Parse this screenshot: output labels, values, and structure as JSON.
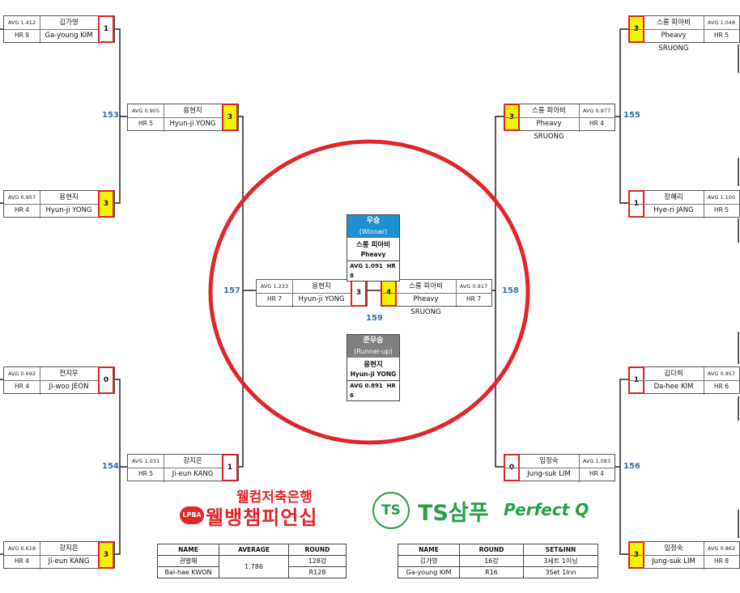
{
  "matches": {
    "m153": "153",
    "m154": "154",
    "m155": "155",
    "m156": "156",
    "m157": "157",
    "m158": "158",
    "m159": "159"
  },
  "players": {
    "p1": {
      "name": "김가영",
      "name_en": "Ga-young KIM",
      "avg": "AVG 1.412",
      "hr": "HR 9",
      "score": "1"
    },
    "p2": {
      "name": "용현지",
      "name_en": "Hyun-ji YONG",
      "avg": "AVG 0.957",
      "hr": "HR 4",
      "score": "3"
    },
    "p3": {
      "name": "전지우",
      "name_en": "Ji-woo JEON",
      "avg": "AVG 0.692",
      "hr": "HR 4",
      "score": "0"
    },
    "p4": {
      "name": "강지은",
      "name_en": "Ji-eun KANG",
      "avg": "AVG 0.618",
      "hr": "HR 4",
      "score": "3"
    },
    "p5": {
      "name": "스롱 피아비",
      "name_en": "Pheavy SRUONG",
      "avg": "AVG 1.048",
      "hr": "HR 5",
      "score": "3"
    },
    "p6": {
      "name": "장혜리",
      "name_en": "Hye-ri JANG",
      "avg": "AVG 1.100",
      "hr": "HR 5",
      "score": "1"
    },
    "p7": {
      "name": "김다희",
      "name_en": "Da-hee KIM",
      "avg": "AVG 0.957",
      "hr": "HR 6",
      "score": "1"
    },
    "p8": {
      "name": "임정숙",
      "name_en": "Jung-suk LIM",
      "avg": "AVG 0.862",
      "hr": "HR 8",
      "score": "3"
    },
    "q1": {
      "name": "용현지",
      "name_en": "Hyun-ji YONG",
      "avg": "AVG 0.905",
      "hr": "HR 5",
      "score": "3"
    },
    "q2": {
      "name": "강지은",
      "name_en": "Ji-eun KANG",
      "avg": "AVG 1.031",
      "hr": "HR 5",
      "score": "1"
    },
    "q3": {
      "name": "스롱 피아비",
      "name_en": "Pheavy SRUONG",
      "avg": "AVG 0.977",
      "hr": "HR 4",
      "score": "3"
    },
    "q4": {
      "name": "임정숙",
      "name_en": "Jung-suk LIM",
      "avg": "AVG 1.083",
      "hr": "HR 4",
      "score": "0"
    },
    "f1": {
      "name": "용현지",
      "name_en": "Hyun-ji YONG",
      "avg": "AVG 1.233",
      "hr": "HR 7",
      "score": "3"
    },
    "f2": {
      "name": "스롱 피아비",
      "name_en": "Pheavy SRUONG",
      "avg": "AVG 0.917",
      "hr": "HR 7",
      "score": "4"
    }
  },
  "winner": {
    "title": "우승",
    "title_en": "(Winner)",
    "name": "스롱 피아비",
    "name_en": "Pheavy",
    "avg": "AVG 1.091",
    "hr": "HR 8",
    "color": "#1e8fd0"
  },
  "runner": {
    "title": "준우승",
    "title_en": "(Runner-up)",
    "name": "용현지",
    "name_en": "Hyun-ji YONG",
    "avg": "AVG 0.891",
    "hr": "HR 6",
    "color": "#808080"
  },
  "logo1": {
    "top": "웰컴저축은행",
    "badge": "LPBA",
    "main": "웰뱅챔피언십"
  },
  "logo2": {
    "badge": "TS",
    "main": "TS삼푸",
    "sub": "Perfect Q"
  },
  "table1": {
    "headers": [
      "NAME",
      "AVERAGE",
      "ROUND"
    ],
    "name_ko": "권발해",
    "name_en": "Bal-hae KWON",
    "average": "1.786",
    "round_ko": "128강",
    "round_en": "R128"
  },
  "table2": {
    "headers": [
      "NAME",
      "ROUND",
      "SET&INN"
    ],
    "name_ko": "김가영",
    "name_en": "Ga-young KIM",
    "round_ko": "16강",
    "round_en": "R16",
    "set_ko": "3세트 1이닝",
    "set_en": "3Set 1Inn"
  },
  "colors": {
    "win": "#f7f200",
    "border": "#d22222",
    "match_number": "#2f6fb3",
    "circle": "#e0262b"
  }
}
